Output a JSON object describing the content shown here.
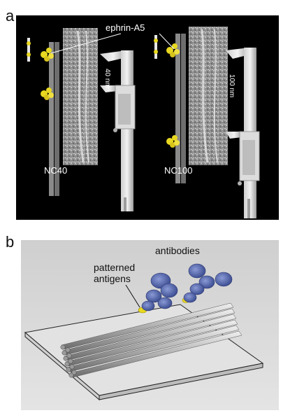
{
  "panel_a": {
    "letter": "a",
    "labels": {
      "ephrin": "ephrin-A5",
      "length_left": "40 nm",
      "length_right": "100 nm",
      "nc_left": "NC40",
      "nc_right": "NC100"
    }
  },
  "panel_b": {
    "letter": "b",
    "labels": {
      "antibodies": "antibodies",
      "antigens_line1": "patterned",
      "antigens_line2": "antigens"
    }
  },
  "colors": {
    "panel_a_background": "#000000",
    "antigen_yellow": "#e8d820",
    "antibody_blue": "#5b6fb0",
    "rod_gray": "#9a9a9a",
    "background_b": "#dadada"
  }
}
